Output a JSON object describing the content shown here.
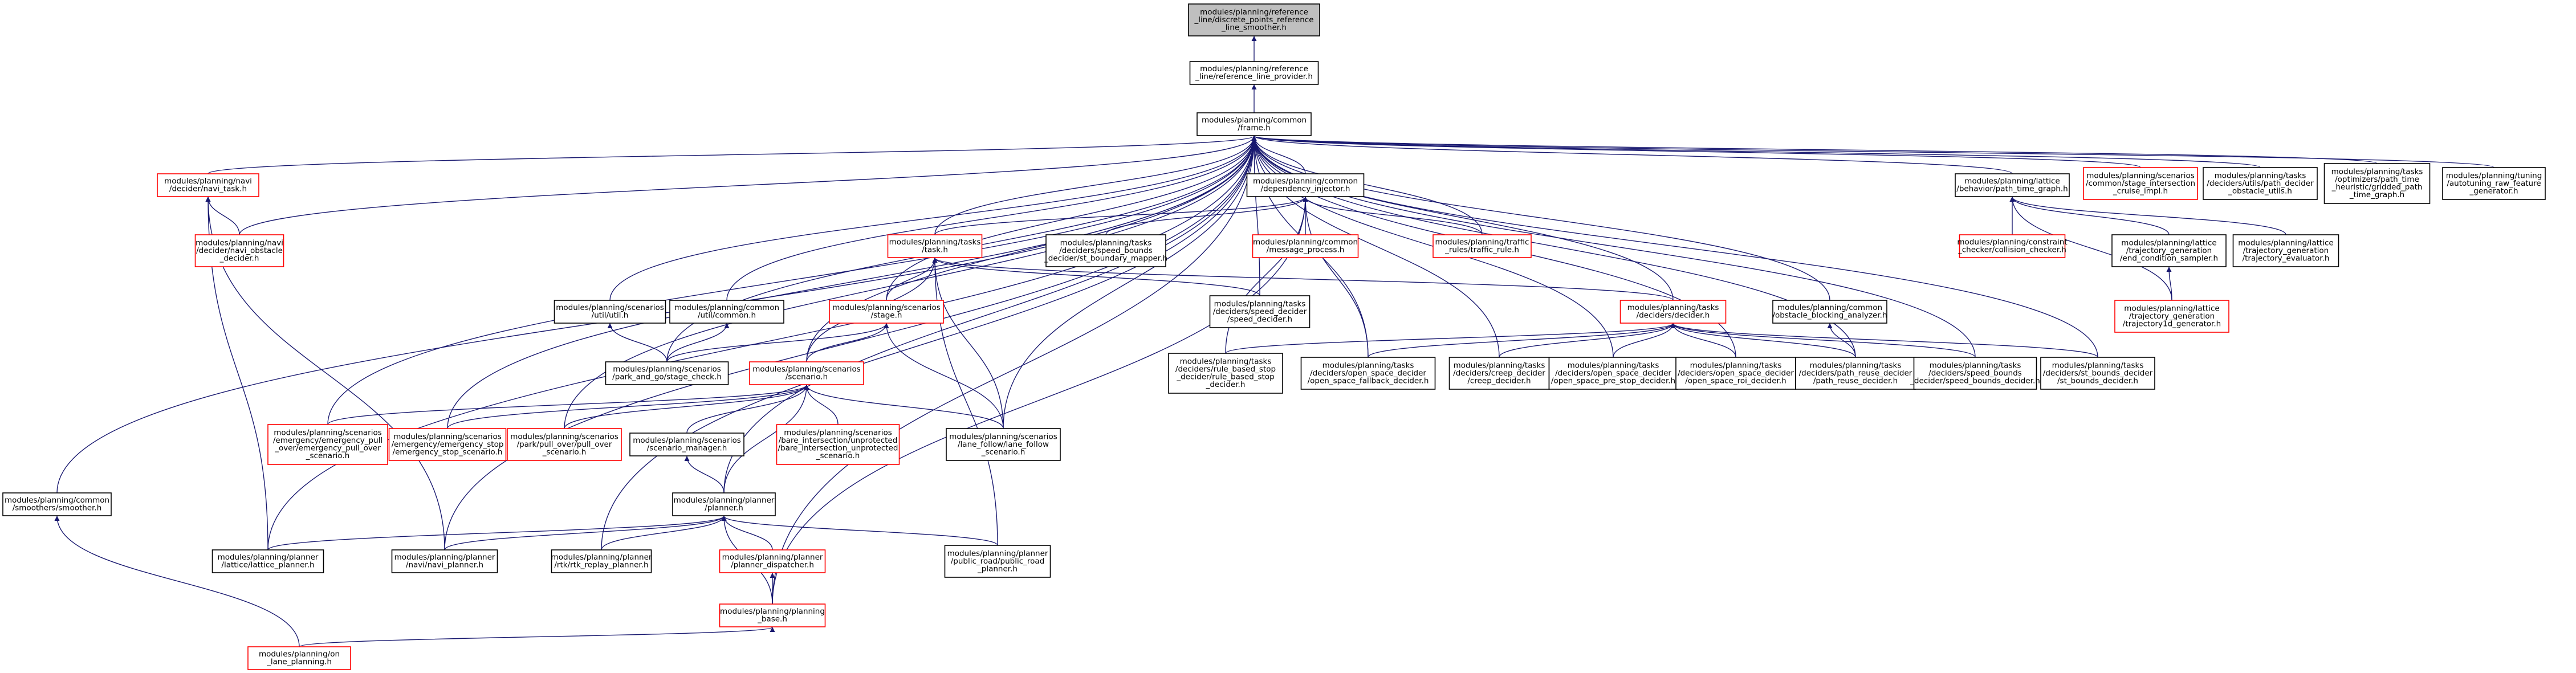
{
  "colors": {
    "normal_border": "#000000",
    "linked_border": "#ff0000",
    "root_fill": "#bfbfbf",
    "node_fill": "#ffffff",
    "edge": "#191970"
  },
  "nodes": [
    {
      "id": "root",
      "kind": "root",
      "lines": [
        "modules/planning/reference",
        "_line/discrete_points_reference",
        "_line_smoother.h"
      ]
    },
    {
      "id": "ref_provider",
      "kind": "normal",
      "lines": [
        "modules/planning/reference",
        "_line/reference_line_provider.h"
      ]
    },
    {
      "id": "frame",
      "kind": "normal",
      "lines": [
        "modules/planning/common",
        "/frame.h"
      ]
    },
    {
      "id": "navi_task",
      "kind": "red",
      "lines": [
        "modules/planning/navi",
        "/decider/navi_task.h"
      ]
    },
    {
      "id": "navi_obstacle",
      "kind": "red",
      "lines": [
        "modules/planning/navi",
        "/decider/navi_obstacle",
        "_decider.h"
      ]
    },
    {
      "id": "dep_injector",
      "kind": "normal",
      "lines": [
        "modules/planning/common",
        "/dependency_injector.h"
      ]
    },
    {
      "id": "tasks_task",
      "kind": "red",
      "lines": [
        "modules/planning/tasks",
        "/task.h"
      ]
    },
    {
      "id": "speed_bounds_mapper",
      "kind": "normal",
      "lines": [
        "modules/planning/tasks",
        "/deciders/speed_bounds",
        "_decider/st_boundary_mapper.h"
      ]
    },
    {
      "id": "message_process",
      "kind": "red",
      "lines": [
        "modules/planning/common",
        "/message_process.h"
      ]
    },
    {
      "id": "traffic_rule",
      "kind": "red",
      "lines": [
        "modules/planning/traffic",
        "_rules/traffic_rule.h"
      ]
    },
    {
      "id": "path_time_graph",
      "kind": "normal",
      "lines": [
        "modules/planning/lattice",
        "/behavior/path_time_graph.h"
      ]
    },
    {
      "id": "stage_intersection",
      "kind": "red",
      "lines": [
        "modules/planning/scenarios",
        "/common/stage_intersection",
        "_cruise_impl.h"
      ]
    },
    {
      "id": "path_decider_obstacle",
      "kind": "normal",
      "lines": [
        "modules/planning/tasks",
        "/deciders/utils/path_decider",
        "_obstacle_utils.h"
      ]
    },
    {
      "id": "gridded_path",
      "kind": "normal",
      "lines": [
        "modules/planning/tasks",
        "/optimizers/path_time",
        "_heuristic/gridded_path",
        "_time_graph.h"
      ]
    },
    {
      "id": "autotuning",
      "kind": "normal",
      "lines": [
        "modules/planning/tuning",
        "/autotuning_raw_feature",
        "_generator.h"
      ]
    },
    {
      "id": "collision_checker",
      "kind": "red",
      "lines": [
        "modules/planning/constraint",
        "_checker/collision_checker.h"
      ]
    },
    {
      "id": "end_condition_sampler",
      "kind": "normal",
      "lines": [
        "modules/planning/lattice",
        "/trajectory_generation",
        "/end_condition_sampler.h"
      ]
    },
    {
      "id": "trajectory_evaluator",
      "kind": "normal",
      "lines": [
        "modules/planning/lattice",
        "/trajectory_generation",
        "/trajectory_evaluator.h"
      ]
    },
    {
      "id": "trajectory1d_generator",
      "kind": "red",
      "lines": [
        "modules/planning/lattice",
        "/trajectory_generation",
        "/trajectory1d_generator.h"
      ]
    },
    {
      "id": "scenarios_util",
      "kind": "normal",
      "lines": [
        "modules/planning/scenarios",
        "/util/util.h"
      ]
    },
    {
      "id": "common_util",
      "kind": "normal",
      "lines": [
        "modules/planning/common",
        "/util/common.h"
      ]
    },
    {
      "id": "stage",
      "kind": "red",
      "lines": [
        "modules/planning/scenarios",
        "/stage.h"
      ]
    },
    {
      "id": "speed_decider",
      "kind": "normal",
      "lines": [
        "modules/planning/tasks",
        "/deciders/speed_decider",
        "/speed_decider.h"
      ]
    },
    {
      "id": "decider",
      "kind": "red",
      "lines": [
        "modules/planning/tasks",
        "/deciders/decider.h"
      ]
    },
    {
      "id": "obstacle_blocking",
      "kind": "normal",
      "lines": [
        "modules/planning/common",
        "/obstacle_blocking_analyzer.h"
      ]
    },
    {
      "id": "park_and_go",
      "kind": "normal",
      "lines": [
        "modules/planning/scenarios",
        "/park_and_go/stage_check.h"
      ]
    },
    {
      "id": "scenario",
      "kind": "red",
      "lines": [
        "modules/planning/scenarios",
        "/scenario.h"
      ]
    },
    {
      "id": "rule_based_stop",
      "kind": "normal",
      "lines": [
        "modules/planning/tasks",
        "/deciders/rule_based_stop",
        "_decider/rule_based_stop",
        "_decider.h"
      ]
    },
    {
      "id": "open_space_fallback",
      "kind": "normal",
      "lines": [
        "modules/planning/tasks",
        "/deciders/open_space_decider",
        "/open_space_fallback_decider.h"
      ]
    },
    {
      "id": "creep_decider",
      "kind": "normal",
      "lines": [
        "modules/planning/tasks",
        "/deciders/creep_decider",
        "/creep_decider.h"
      ]
    },
    {
      "id": "open_space_pre_stop",
      "kind": "normal",
      "lines": [
        "modules/planning/tasks",
        "/deciders/open_space_decider",
        "/open_space_pre_stop_decider.h"
      ]
    },
    {
      "id": "open_space_roi",
      "kind": "normal",
      "lines": [
        "modules/planning/tasks",
        "/deciders/open_space_decider",
        "/open_space_roi_decider.h"
      ]
    },
    {
      "id": "path_reuse",
      "kind": "normal",
      "lines": [
        "modules/planning/tasks",
        "/deciders/path_reuse_decider",
        "/path_reuse_decider.h"
      ]
    },
    {
      "id": "speed_bounds_decider",
      "kind": "normal",
      "lines": [
        "modules/planning/tasks",
        "/deciders/speed_bounds",
        "_decider/speed_bounds_decider.h"
      ]
    },
    {
      "id": "st_bounds_decider",
      "kind": "normal",
      "lines": [
        "modules/planning/tasks",
        "/deciders/st_bounds_decider",
        "/st_bounds_decider.h"
      ]
    },
    {
      "id": "emergency_pull_over",
      "kind": "red",
      "lines": [
        "modules/planning/scenarios",
        "/emergency/emergency_pull",
        "_over/emergency_pull_over",
        "_scenario.h"
      ]
    },
    {
      "id": "emergency_stop",
      "kind": "red",
      "lines": [
        "modules/planning/scenarios",
        "/emergency/emergency_stop",
        "/emergency_stop_scenario.h"
      ]
    },
    {
      "id": "park_pull_over",
      "kind": "red",
      "lines": [
        "modules/planning/scenarios",
        "/park/pull_over/pull_over",
        "_scenario.h"
      ]
    },
    {
      "id": "scenario_manager",
      "kind": "normal",
      "lines": [
        "modules/planning/scenarios",
        "/scenario_manager.h"
      ]
    },
    {
      "id": "bare_intersection",
      "kind": "red",
      "lines": [
        "modules/planning/scenarios",
        "/bare_intersection/unprotected",
        "/bare_intersection_unprotected",
        "_scenario.h"
      ]
    },
    {
      "id": "lane_follow",
      "kind": "normal",
      "lines": [
        "modules/planning/scenarios",
        "/lane_follow/lane_follow",
        "_scenario.h"
      ]
    },
    {
      "id": "smoother",
      "kind": "normal",
      "lines": [
        "modules/planning/common",
        "/smoothers/smoother.h"
      ]
    },
    {
      "id": "planner",
      "kind": "normal",
      "lines": [
        "modules/planning/planner",
        "/planner.h"
      ]
    },
    {
      "id": "lattice_planner",
      "kind": "normal",
      "lines": [
        "modules/planning/planner",
        "/lattice/lattice_planner.h"
      ]
    },
    {
      "id": "navi_planner",
      "kind": "normal",
      "lines": [
        "modules/planning/planner",
        "/navi/navi_planner.h"
      ]
    },
    {
      "id": "rtk_replay",
      "kind": "normal",
      "lines": [
        "modules/planning/planner",
        "/rtk/rtk_replay_planner.h"
      ]
    },
    {
      "id": "planner_dispatcher",
      "kind": "red",
      "lines": [
        "modules/planning/planner",
        "/planner_dispatcher.h"
      ]
    },
    {
      "id": "public_road",
      "kind": "normal",
      "lines": [
        "modules/planning/planner",
        "/public_road/public_road",
        "_planner.h"
      ]
    },
    {
      "id": "planning_base",
      "kind": "red",
      "lines": [
        "modules/planning/planning",
        "_base.h"
      ]
    },
    {
      "id": "lane_planning",
      "kind": "red",
      "lines": [
        "modules/planning/on",
        "_lane_planning.h"
      ]
    }
  ],
  "edges": [
    [
      "ref_provider",
      "root"
    ],
    [
      "frame",
      "ref_provider"
    ],
    [
      "navi_task",
      "frame"
    ],
    [
      "navi_obstacle",
      "frame"
    ],
    [
      "dep_injector",
      "frame"
    ],
    [
      "tasks_task",
      "frame"
    ],
    [
      "traffic_rule",
      "frame"
    ],
    [
      "path_time_graph",
      "frame"
    ],
    [
      "stage_intersection",
      "frame"
    ],
    [
      "path_decider_obstacle",
      "frame"
    ],
    [
      "gridded_path",
      "frame"
    ],
    [
      "autotuning",
      "frame"
    ],
    [
      "scenarios_util",
      "frame"
    ],
    [
      "common_util",
      "frame"
    ],
    [
      "stage",
      "frame"
    ],
    [
      "speed_decider",
      "frame"
    ],
    [
      "decider",
      "frame"
    ],
    [
      "obstacle_blocking",
      "frame"
    ],
    [
      "park_and_go",
      "frame"
    ],
    [
      "scenario",
      "frame"
    ],
    [
      "open_space_fallback",
      "frame"
    ],
    [
      "creep_decider",
      "frame"
    ],
    [
      "open_space_pre_stop",
      "frame"
    ],
    [
      "open_space_roi",
      "frame"
    ],
    [
      "path_reuse",
      "frame"
    ],
    [
      "speed_bounds_decider",
      "frame"
    ],
    [
      "st_bounds_decider",
      "frame"
    ],
    [
      "emergency_pull_over",
      "frame"
    ],
    [
      "emergency_stop",
      "frame"
    ],
    [
      "park_pull_over",
      "frame"
    ],
    [
      "lane_follow",
      "frame"
    ],
    [
      "smoother",
      "frame"
    ],
    [
      "planner",
      "frame"
    ],
    [
      "lattice_planner",
      "frame"
    ],
    [
      "navi_planner",
      "frame"
    ],
    [
      "rtk_replay",
      "frame"
    ],
    [
      "planning_base",
      "frame"
    ],
    [
      "navi_obstacle",
      "navi_task"
    ],
    [
      "tasks_task",
      "dep_injector"
    ],
    [
      "speed_bounds_mapper",
      "dep_injector"
    ],
    [
      "message_process",
      "dep_injector"
    ],
    [
      "traffic_rule",
      "dep_injector"
    ],
    [
      "rule_based_stop",
      "dep_injector"
    ],
    [
      "open_space_fallback",
      "dep_injector"
    ],
    [
      "planning_base",
      "dep_injector"
    ],
    [
      "stage",
      "tasks_task"
    ],
    [
      "speed_decider",
      "tasks_task"
    ],
    [
      "decider",
      "tasks_task"
    ],
    [
      "scenario",
      "tasks_task"
    ],
    [
      "lane_follow",
      "tasks_task"
    ],
    [
      "public_road",
      "tasks_task"
    ],
    [
      "collision_checker",
      "path_time_graph"
    ],
    [
      "end_condition_sampler",
      "path_time_graph"
    ],
    [
      "trajectory_evaluator",
      "path_time_graph"
    ],
    [
      "trajectory1d_generator",
      "path_time_graph"
    ],
    [
      "trajectory1d_generator",
      "end_condition_sampler"
    ],
    [
      "park_and_go",
      "scenarios_util"
    ],
    [
      "park_and_go",
      "common_util"
    ],
    [
      "park_and_go",
      "stage"
    ],
    [
      "scenario",
      "stage"
    ],
    [
      "lane_follow",
      "stage"
    ],
    [
      "rule_based_stop",
      "decider"
    ],
    [
      "open_space_fallback",
      "decider"
    ],
    [
      "creep_decider",
      "decider"
    ],
    [
      "open_space_pre_stop",
      "decider"
    ],
    [
      "open_space_roi",
      "decider"
    ],
    [
      "path_reuse",
      "decider"
    ],
    [
      "speed_bounds_decider",
      "decider"
    ],
    [
      "st_bounds_decider",
      "decider"
    ],
    [
      "path_reuse",
      "obstacle_blocking"
    ],
    [
      "emergency_pull_over",
      "scenario"
    ],
    [
      "emergency_stop",
      "scenario"
    ],
    [
      "park_pull_over",
      "scenario"
    ],
    [
      "scenario_manager",
      "scenario"
    ],
    [
      "bare_intersection",
      "scenario"
    ],
    [
      "lane_follow",
      "scenario"
    ],
    [
      "planner",
      "scenario"
    ],
    [
      "planner",
      "scenario_manager"
    ],
    [
      "lane_planning",
      "smoother"
    ],
    [
      "lattice_planner",
      "planner"
    ],
    [
      "navi_planner",
      "planner"
    ],
    [
      "rtk_replay",
      "planner"
    ],
    [
      "planner_dispatcher",
      "planner"
    ],
    [
      "public_road",
      "planner"
    ],
    [
      "planning_base",
      "planner"
    ],
    [
      "navi_planner",
      "navi_task"
    ],
    [
      "lattice_planner",
      "navi_task"
    ],
    [
      "planning_base",
      "planner_dispatcher"
    ],
    [
      "lane_planning",
      "planning_base"
    ]
  ]
}
